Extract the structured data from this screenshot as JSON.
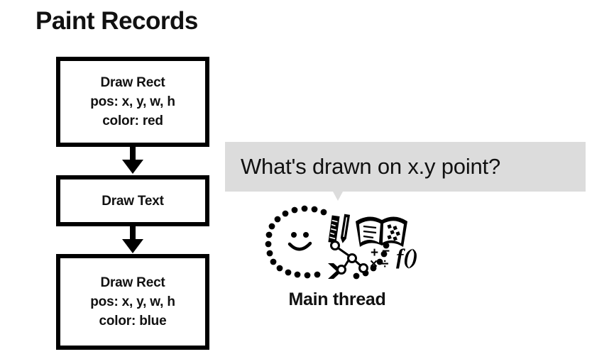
{
  "page": {
    "title": "Paint Records",
    "background_color": "#ffffff",
    "ink_color": "#000000"
  },
  "paint_records": {
    "boxes": [
      {
        "name": "draw-rect-red",
        "lines": [
          "Draw Rect",
          "pos: x, y, w, h",
          "color: red"
        ]
      },
      {
        "name": "draw-text",
        "lines": [
          "Draw Text"
        ]
      },
      {
        "name": "draw-rect-blue",
        "lines": [
          "Draw Rect",
          "pos: x, y, w, h",
          "color: blue"
        ]
      }
    ],
    "arrows": [
      {
        "name": "arrow-record-1-to-2",
        "direction": "down"
      },
      {
        "name": "arrow-record-2-to-3",
        "direction": "down"
      }
    ]
  },
  "question": {
    "bubble_text": "What's drawn on x.y point?",
    "bubble_color": "#dcdcdc",
    "tail_direction": "down"
  },
  "thinker": {
    "label": "Main thread",
    "icons": [
      "dotted-oval-icon",
      "smiley-face-icon",
      "ruler-icon",
      "pencil-icon",
      "open-book-icon",
      "node-tree-icon",
      "math-operators-icon",
      "function-notation-icon",
      "chevron-arrow-icon"
    ],
    "math_operators": [
      "+",
      "−",
      "×",
      "÷"
    ],
    "function_notation": "f()"
  }
}
